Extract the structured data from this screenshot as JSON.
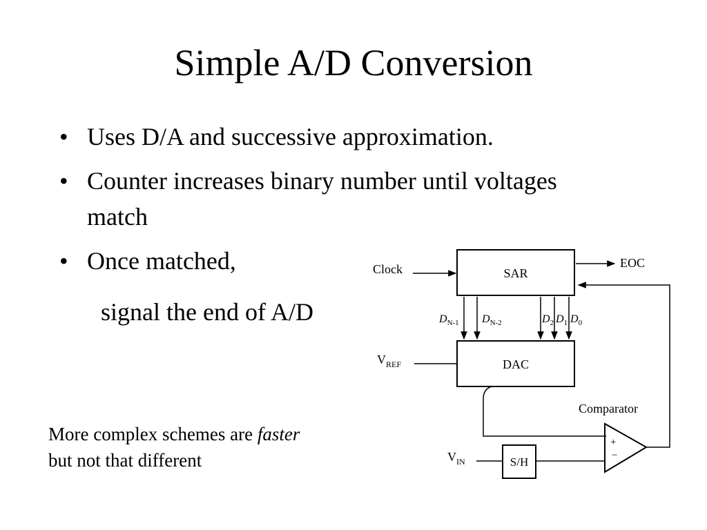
{
  "slide": {
    "title": "Simple A/D Conversion",
    "bullet_glyph": "•",
    "bullets": [
      "Uses D/A and successive approximation.",
      "Counter increases binary number until voltages match",
      "Once matched,"
    ],
    "indent_line": "signal the end of A/D",
    "note": {
      "line1_prefix": "More complex schemes are ",
      "line1_emphasis": "faster",
      "line2": "but not that different"
    }
  },
  "diagram": {
    "clock_label": "Clock",
    "sar_label": "SAR",
    "eoc_label": "EOC",
    "dac_label": "DAC",
    "vref": {
      "main": "V",
      "sub": "REF"
    },
    "vin": {
      "main": "V",
      "sub": "IN"
    },
    "sh_label": "S/H",
    "comparator_label": "Comparator",
    "plus_sign": "+",
    "minus_sign": "−",
    "bits": [
      {
        "main": "D",
        "sub": "N-1"
      },
      {
        "main": "D",
        "sub": "N-2"
      },
      {
        "main": "D",
        "sub": "2"
      },
      {
        "main": "D",
        "sub": "1"
      },
      {
        "main": "D",
        "sub": "0"
      }
    ]
  }
}
